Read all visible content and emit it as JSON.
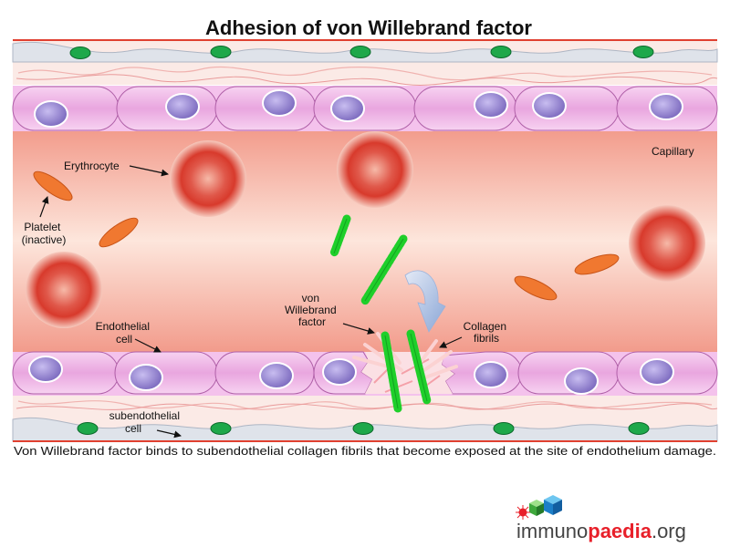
{
  "title": "Adhesion of von Willebrand factor",
  "labels": {
    "capillary": "Capillary",
    "erythrocyte": "Erythrocyte",
    "platelet_line1": "Platelet",
    "platelet_line2": "(inactive)",
    "vwf_line1": "von",
    "vwf_line2": "Willebrand",
    "vwf_line3": "factor",
    "collagen_line1": "Collagen",
    "collagen_line2": "fibrils",
    "endothelial_line1": "Endothelial",
    "endothelial_line2": "cell",
    "subendothelial_line1": "subendothelial",
    "subendothelial_line2": "cell"
  },
  "caption": "Von Willebrand factor binds to subendothelial collagen fibrils that become exposed at the site of endothelium damage.",
  "brand": {
    "part1": "immuno",
    "part2": "paedia",
    "part3": ".org"
  },
  "colors": {
    "vessel_lumen": "#f4a090",
    "endothelial_cell": "#eda8e4",
    "nucleus": "#9a8ad0",
    "subendothelial_nucleus": "#1ea84a",
    "erythrocyte": "#d83a2c",
    "platelet": "#f07830",
    "vwf_fiber": "#28d82c",
    "brand_accent": "#e8202a"
  }
}
